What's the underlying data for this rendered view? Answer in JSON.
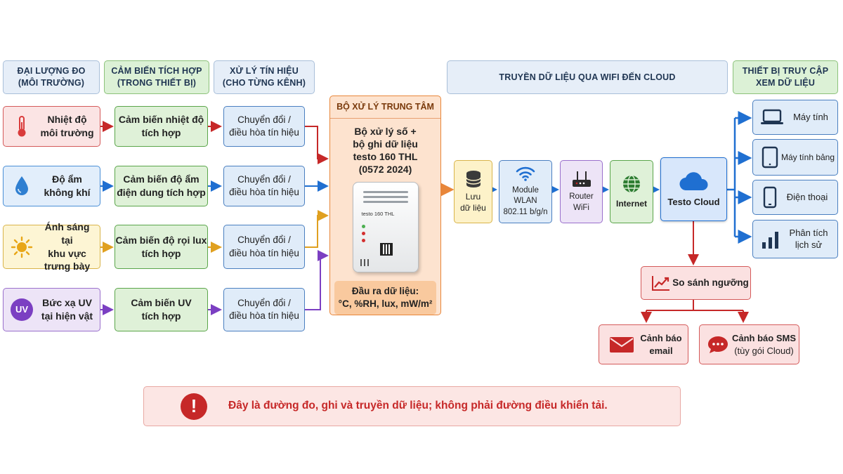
{
  "headers": {
    "quantity": [
      "ĐẠI LƯỢNG ĐO",
      "(MÔI TRƯỜNG)"
    ],
    "sensor": [
      "CẢM BIẾN TÍCH HỢP",
      "(TRONG THIẾT BỊ)"
    ],
    "signal": [
      "XỬ LÝ TÍN HIỆU",
      "(CHO TỪNG KÊNH)"
    ],
    "transmission": "TRUYỀN DỮ LIỆU QUA WIFI ĐẾN CLOUD",
    "access": [
      "THIẾT BỊ TRUY CẬP",
      "XEM DỮ LIỆU"
    ]
  },
  "quantities": [
    {
      "label": [
        "Nhiệt độ",
        "môi trường"
      ],
      "icon": "thermometer-icon",
      "color": "#d93b3b"
    },
    {
      "label": [
        "Độ ẩm",
        "không khí"
      ],
      "icon": "water-drop-icon",
      "color": "#2f7fd1"
    },
    {
      "label": [
        "Ánh sáng tại",
        "khu vực",
        "trưng bày"
      ],
      "icon": "sun-icon",
      "color": "#e8a617"
    },
    {
      "label": [
        "Bức xạ UV",
        "tại hiện vật"
      ],
      "icon": "uv-badge-icon",
      "icon_text": "UV",
      "color": "#7b3fc2"
    }
  ],
  "sensors": [
    [
      "Cảm biến nhiệt độ",
      "tích hợp"
    ],
    [
      "Cảm biến độ ẩm",
      "điện dung tích hợp"
    ],
    [
      "Cảm biến độ rọi lux",
      "tích hợp"
    ],
    [
      "Cảm biến UV",
      "tích hợp"
    ]
  ],
  "conversions": [
    [
      "Chuyển đổi /",
      "điều hòa tín hiệu"
    ],
    [
      "Chuyển đổi /",
      "điều hòa tín hiệu"
    ],
    [
      "Chuyển đổi /",
      "điều hòa tín hiệu"
    ],
    [
      "Chuyển đổi /",
      "điều hòa tín hiệu"
    ]
  ],
  "center": {
    "title": "BỘ XỬ LÝ TRUNG TÂM",
    "processor": [
      "Bộ xử lý số +",
      "bộ ghi dữ liệu",
      "testo 160 THL",
      "(0572 2024)"
    ],
    "device_label": "testo 160 THL",
    "output_title": "Đầu ra dữ liệu:",
    "output_units": "°C, %RH, lux, mW/m²"
  },
  "chain": {
    "storage": [
      "Lưu",
      "dữ liệu"
    ],
    "wlan": [
      "Module WLAN",
      "802.11 b/g/n"
    ],
    "router": [
      "Router",
      "WiFi"
    ],
    "internet": "Internet",
    "cloud": "Testo Cloud"
  },
  "access_devices": [
    "Máy tính",
    "Máy tính bảng",
    "Điện thoại",
    [
      "Phân tích",
      "lịch sử"
    ]
  ],
  "threshold": "So sánh ngưỡng",
  "alerts": {
    "email": [
      "Cảnh báo",
      "email"
    ],
    "sms": [
      "Cảnh báo SMS",
      "(tùy gói Cloud)"
    ]
  },
  "note": "Đây là đường đo, ghi và truyền dữ liệu; không phải đường điều khiển tải.",
  "colors": {
    "red": "#d93b3b",
    "blue": "#2f7fd1",
    "yellow": "#e8a617",
    "purple": "#7b3fc2",
    "orange": "#e8863a",
    "cloud_blue": "#1f6fd1",
    "alert_red": "#c62828",
    "dark_blue": "#1f3552"
  }
}
